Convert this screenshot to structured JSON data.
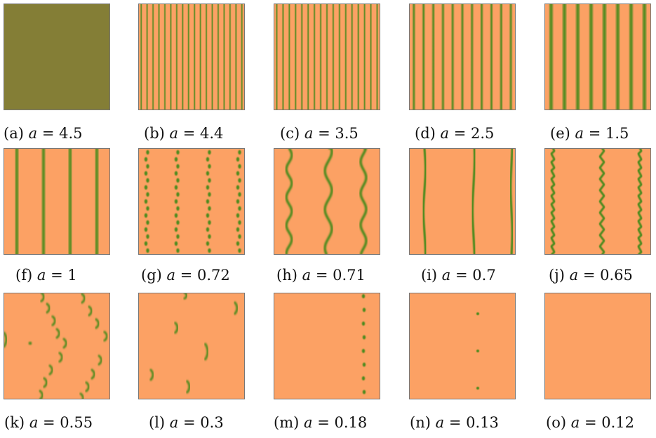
{
  "colors": {
    "background_field": "#fca164",
    "stripe": "#4c8a1e",
    "uniform_olive": "#847e36",
    "frame": "#777777"
  },
  "panels": [
    {
      "id": "a",
      "tag": "(a)",
      "var": "a",
      "eq": "= 4.5",
      "pattern": "uniform"
    },
    {
      "id": "b",
      "tag": "(b)",
      "var": "a",
      "eq": "= 4.4",
      "pattern": "stripes",
      "count": 18
    },
    {
      "id": "c",
      "tag": "(c)",
      "var": "a",
      "eq": "= 3.5",
      "pattern": "stripes",
      "count": 17
    },
    {
      "id": "d",
      "tag": "(d)",
      "var": "a",
      "eq": "= 2.5",
      "pattern": "stripes",
      "count": 11
    },
    {
      "id": "e",
      "tag": "(e)",
      "var": "a",
      "eq": "= 1.5",
      "pattern": "stripes",
      "count": 8
    },
    {
      "id": "f",
      "tag": "(f)",
      "var": "a",
      "eq": "= 1",
      "pattern": "stripes",
      "count": 4
    },
    {
      "id": "g",
      "tag": "(g)",
      "var": "a",
      "eq": "= 0.72",
      "pattern": "dotted-lines",
      "count": 4
    },
    {
      "id": "h",
      "tag": "(h)",
      "var": "a",
      "eq": "= 0.71",
      "pattern": "wavy",
      "count": 3
    },
    {
      "id": "i",
      "tag": "(i)",
      "var": "a",
      "eq": "= 0.7",
      "pattern": "thin-lines",
      "count": 3
    },
    {
      "id": "j",
      "tag": "(j)",
      "var": "a",
      "eq": "= 0.65",
      "pattern": "beaded",
      "count": 3
    },
    {
      "id": "k",
      "tag": "(k)",
      "var": "a",
      "eq": "= 0.55",
      "pattern": "chevron"
    },
    {
      "id": "l",
      "tag": "(l)",
      "var": "a",
      "eq": "= 0.3",
      "pattern": "arcs"
    },
    {
      "id": "m",
      "tag": "(m)",
      "var": "a",
      "eq": "= 0.18",
      "pattern": "dot-column",
      "count": 8
    },
    {
      "id": "n",
      "tag": "(n)",
      "var": "a",
      "eq": "= 0.13",
      "pattern": "few-dots",
      "count": 3
    },
    {
      "id": "o",
      "tag": "(o)",
      "var": "a",
      "eq": "= 0.12",
      "pattern": "empty"
    }
  ]
}
